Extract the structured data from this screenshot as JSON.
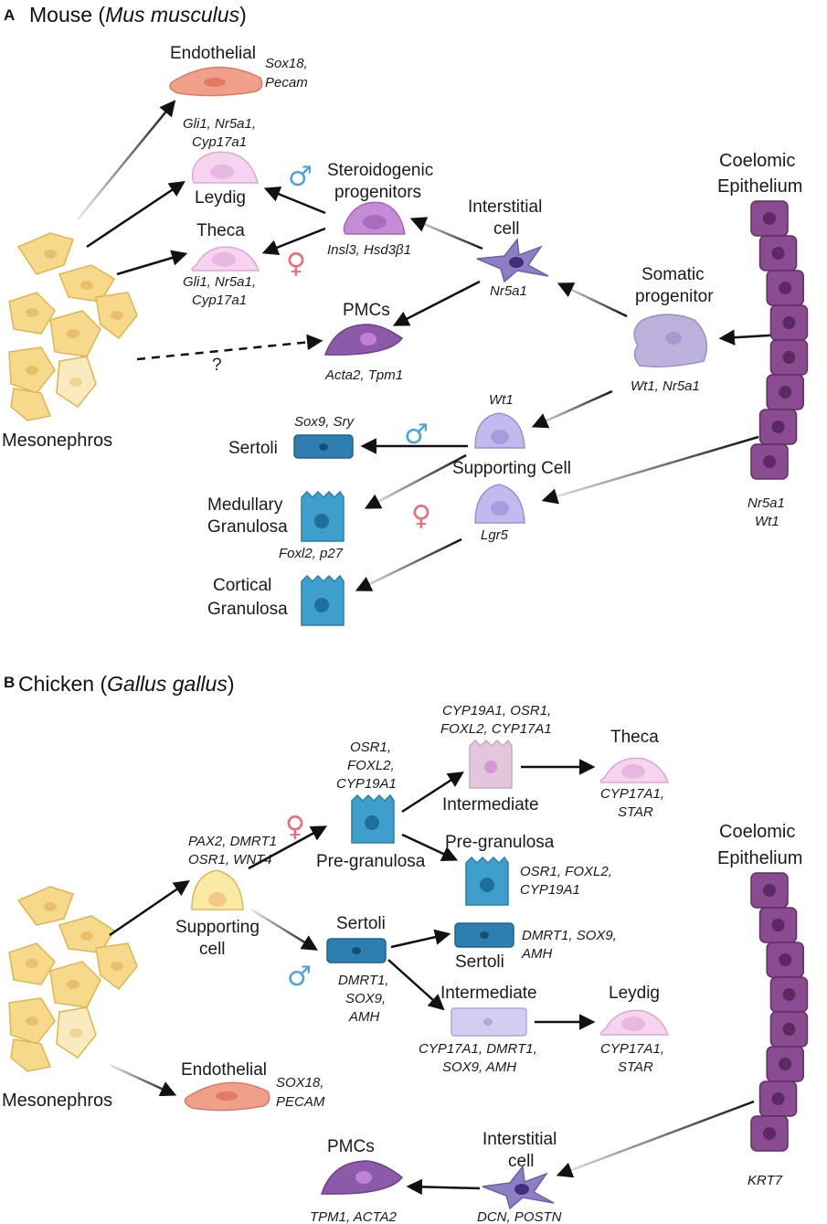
{
  "panel_a": {
    "letter": "A",
    "title_main": "Mouse (",
    "title_italic": "Mus musculus",
    "title_end": ")",
    "mesonephros": "Mesonephros",
    "coelomic_1": "Coelomic",
    "coelomic_2": "Epithelium",
    "coelomic_genes_1": "Nr5a1",
    "coelomic_genes_2": "Wt1",
    "endothelial": "Endothelial",
    "endothelial_genes_1": "Sox18,",
    "endothelial_genes_2": "Pecam",
    "leydig": "Leydig",
    "leydig_genes_1": "Gli1, Nr5a1,",
    "leydig_genes_2": "Cyp17a1",
    "theca": "Theca",
    "theca_genes_1": "Gli1, Nr5a1,",
    "theca_genes_2": "Cyp17a1",
    "steroid_1": "Steroidogenic",
    "steroid_2": "progenitors",
    "steroid_genes": "Insl3, Hsd3β1",
    "interstitial_1": "Interstitial",
    "interstitial_2": "cell",
    "interstitial_genes": "Nr5a1",
    "somatic_1": "Somatic",
    "somatic_2": "progenitor",
    "somatic_genes": "Wt1, Nr5a1",
    "pmcs": "PMCs",
    "pmcs_genes": "Acta2, Tpm1",
    "question": "?",
    "supporting_wt1": "Wt1",
    "supporting": "Supporting Cell",
    "supporting_lgr5": "Lgr5",
    "sertoli": "Sertoli",
    "sertoli_genes": "Sox9, Sry",
    "medullary_1": "Medullary",
    "medullary_2": "Granulosa",
    "granulosa_genes": "Foxl2, p27",
    "cortical_1": "Cortical",
    "cortical_2": "Granulosa",
    "male_symbol": "♂",
    "female_symbol": "♀"
  },
  "panel_b": {
    "letter": "B",
    "title_main": "Chicken (",
    "title_italic": "Gallus gallus",
    "title_end": ")",
    "mesonephros": "Mesonephros",
    "coelomic_1": "Coelomic",
    "coelomic_2": "Epithelium",
    "coelomic_genes": "KRT7",
    "supporting_genes_1": "PAX2, DMRT1",
    "supporting_genes_2": "OSR1, WNT4",
    "supporting_1": "Supporting",
    "supporting_2": "cell",
    "pregran_genes_1": "OSR1,",
    "pregran_genes_2": "FOXL2,",
    "pregran_genes_3": "CYP19A1",
    "pregranulosa": "Pre-granulosa",
    "intermediate_f_genes_1": "CYP19A1, OSR1,",
    "intermediate_f_genes_2": "FOXL2, CYP17A1",
    "intermediate_f": "Intermediate",
    "theca": "Theca",
    "theca_genes_1": "CYP17A1,",
    "theca_genes_2": "STAR",
    "pregran2": "Pre-granulosa",
    "pregran2_genes_1": "OSR1, FOXL2,",
    "pregran2_genes_2": "CYP19A1",
    "sertoli": "Sertoli",
    "sertoli_genes_1": "DMRT1,",
    "sertoli_genes_2": "SOX9,",
    "sertoli_genes_3": "AMH",
    "sertoli2": "Sertoli",
    "sertoli2_genes_1": "DMRT1, SOX9,",
    "sertoli2_genes_2": "AMH",
    "intermediate_m": "Intermediate",
    "intermediate_m_genes_1": "CYP17A1, DMRT1,",
    "intermediate_m_genes_2": "SOX9, AMH",
    "leydig": "Leydig",
    "leydig_genes_1": "CYP17A1,",
    "leydig_genes_2": "STAR",
    "endothelial": "Endothelial",
    "endothelial_genes_1": "SOX18,",
    "endothelial_genes_2": "PECAM",
    "interstitial_1": "Interstitial",
    "interstitial_2": "cell",
    "interstitial_genes": "DCN, POSTN",
    "pmcs": "PMCs",
    "pmcs_genes": "TPM1, ACTA2",
    "male_symbol": "♂",
    "female_symbol": "♀"
  },
  "colors": {
    "yellow": "#f6d98a",
    "yellow_dark": "#e0b54f",
    "endothelial": "#f0a08a",
    "pink": "#f6d3ef",
    "violet": "#c58bd6",
    "purple": "#8b5aa8",
    "lavender": "#c3b9ec",
    "blue": "#3f9fcc",
    "dark_blue": "#2c7fb0",
    "epithelium": "#8a4b90",
    "male": "#4aa6d6",
    "female": "#ec6c7a"
  }
}
